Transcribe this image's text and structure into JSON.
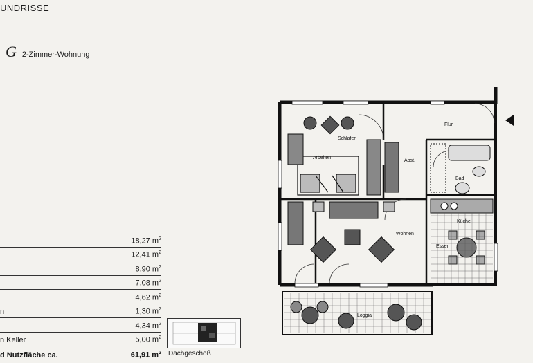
{
  "header": {
    "title": "UNDRISSE"
  },
  "plan": {
    "letter": "G",
    "subtitle": "2-Zimmer-Wohnung"
  },
  "areas": [
    {
      "label": "",
      "value": "18,27 m",
      "unit_sup": "2"
    },
    {
      "label": "",
      "value": "12,41 m",
      "unit_sup": "2"
    },
    {
      "label": "",
      "value": "8,90 m",
      "unit_sup": "2"
    },
    {
      "label": "",
      "value": "7,08 m",
      "unit_sup": "2"
    },
    {
      "label": "",
      "value": "4,62 m",
      "unit_sup": "2"
    },
    {
      "label": "n",
      "value": "1,30 m",
      "unit_sup": "2"
    },
    {
      "label": "",
      "value": "4,34 m",
      "unit_sup": "2"
    },
    {
      "label": "n Keller",
      "value": "5,00 m",
      "unit_sup": "2"
    },
    {
      "label": "d Nutzfläche ca.",
      "value": "61,91 m",
      "unit_sup": "2"
    }
  ],
  "thumbnail": {
    "caption": "Dachgeschoß"
  },
  "rooms": {
    "schlafen": "Schlafen",
    "arbeiten": "Arbeiten",
    "flur": "Flur",
    "abst": "Abst.",
    "bad": "Bad",
    "kueche": "Küche",
    "wohnen": "Wohnen",
    "essen": "Essen",
    "loggia": "Loggia"
  }
}
